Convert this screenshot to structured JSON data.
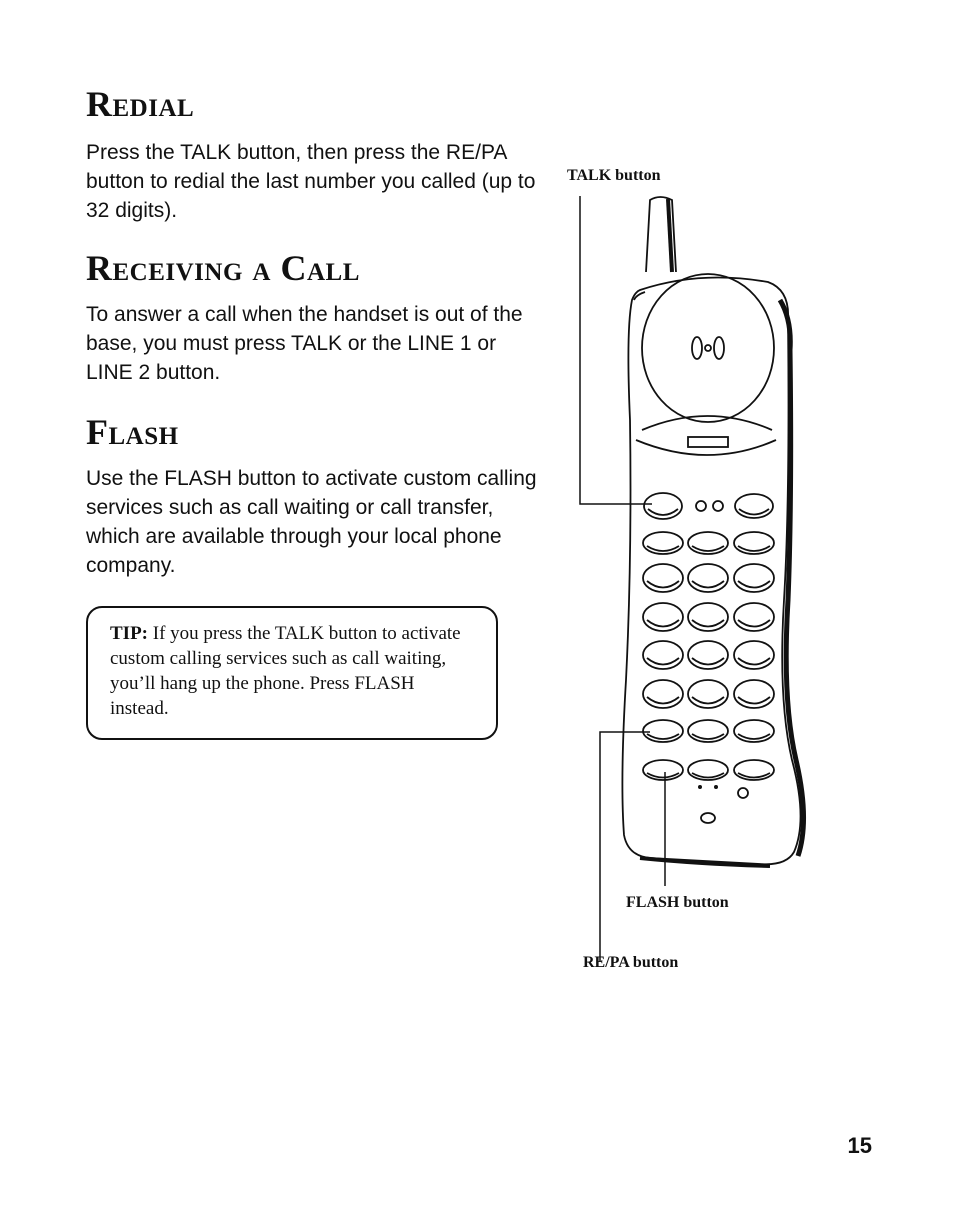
{
  "sections": {
    "redial": {
      "title": "Redial",
      "body": "Press the TALK button, then press the RE/PA button to redial the last number you called (up to 32 digits)."
    },
    "receiving": {
      "title": "Receiving a Call",
      "body": "To answer a call when the handset is out of the base, you must press TALK or the LINE 1 or LINE 2 button."
    },
    "flash": {
      "title": "Flash",
      "body": "Use the FLASH button to activate custom calling services such as call waiting or call transfer, which are available through your local phone company."
    }
  },
  "tip": {
    "label": "TIP:",
    "text": " If you press the TALK button to activate custom calling services such as call waiting, you’ll hang up the phone. Press FLASH instead."
  },
  "illustration": {
    "talk_label": "TALK button",
    "flash_label": "FLASH button",
    "repa_label": "RE/PA button"
  },
  "page_number": "15"
}
